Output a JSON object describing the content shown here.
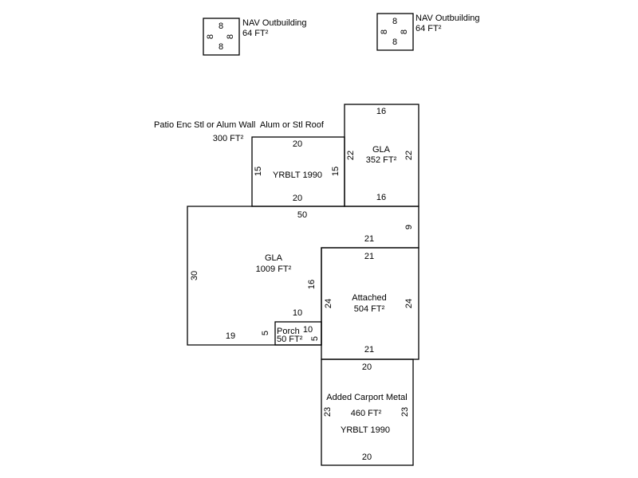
{
  "outbuildings": [
    {
      "name": "NAV Outbuilding",
      "area": "64 FT²",
      "top": "8",
      "bottom": "8",
      "left": "8",
      "right": "8"
    },
    {
      "name": "NAV Outbuilding",
      "area": "64 FT²",
      "top": "8",
      "bottom": "8",
      "left": "8",
      "right": "8"
    }
  ],
  "patio": {
    "name": "Patio Enc Stl or Alum Wall  Alum or Stl Roof",
    "area": "300 FT²",
    "top": "20",
    "bottom": "20",
    "left": "15",
    "right": "15",
    "note": "YRBLT 1990"
  },
  "gla_upper": {
    "name": "GLA",
    "area": "352 FT²",
    "top": "16",
    "bottom": "16",
    "left": "22",
    "right": "22"
  },
  "gla_main": {
    "name": "GLA",
    "area": "1009 FT²",
    "top": "50",
    "right": "9",
    "step": "21",
    "left": "30",
    "inner_vertical": "16",
    "inner_horizontal": "10",
    "bottom": "19",
    "porch_side": "5"
  },
  "porch": {
    "name": "Porch",
    "area": "50 FT²",
    "top": "10",
    "right": "5"
  },
  "attached": {
    "name": "Attached",
    "area": "504 FT²",
    "top": "21",
    "bottom": "21",
    "left": "24",
    "right": "24"
  },
  "carport": {
    "name": "Added Carport Metal",
    "area": "460 FT²",
    "top": "20",
    "bottom": "20",
    "left": "23",
    "right": "23",
    "note": "YRBLT 1990"
  }
}
